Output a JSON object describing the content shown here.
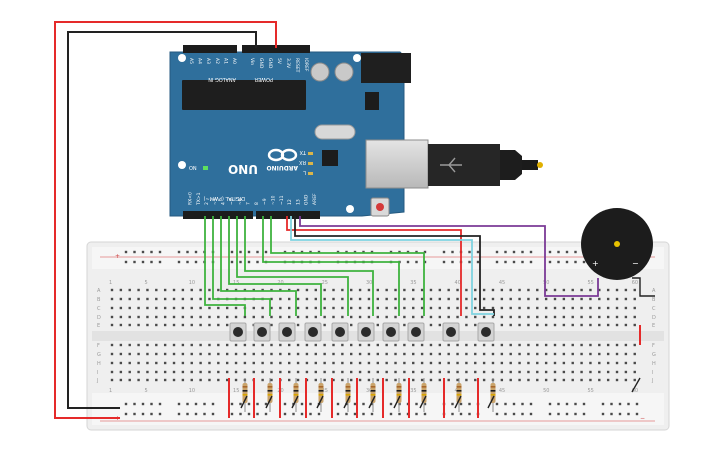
{
  "board": {
    "brand": "ARDUINO",
    "model": "UNO",
    "analog_in_label": "ANALOG IN",
    "power_label": "POWER",
    "digital_label": "DIGITAL (PWM~)",
    "analog_pins": [
      "A0",
      "A1",
      "A2",
      "A3",
      "A4",
      "A5"
    ],
    "power_pins": [
      "IOREF",
      "RESET",
      "3.3V",
      "5V",
      "GND",
      "GND",
      "Vin"
    ],
    "digital_pins": [
      "AREF",
      "GND",
      "13",
      "12",
      "~11",
      "~10",
      "~9",
      "8",
      "7",
      "~6",
      "~5",
      "4",
      "~3",
      "2",
      "TX>1",
      "RX<0"
    ],
    "led_labels": [
      "TX",
      "RX",
      "L"
    ],
    "on_label": "ON"
  },
  "breadboard": {
    "row_letters": [
      "A",
      "B",
      "C",
      "D",
      "E",
      "F",
      "G",
      "H",
      "I",
      "J"
    ],
    "column_numbers": [
      "1",
      "5",
      "10",
      "15",
      "20",
      "25",
      "30",
      "35",
      "40",
      "45",
      "50",
      "55",
      "60"
    ],
    "rail_plus": "+",
    "rail_minus": "−"
  },
  "buzzer": {
    "plus": "+",
    "minus": "−"
  },
  "colors": {
    "wire_red": "#e52a2a",
    "wire_black": "#222222",
    "wire_green": "#3fb33f",
    "wire_cyan": "#7fd3e0",
    "wire_purple": "#7b3a96",
    "board_blue": "#2f6f9c",
    "breadboard": "#efefef"
  }
}
